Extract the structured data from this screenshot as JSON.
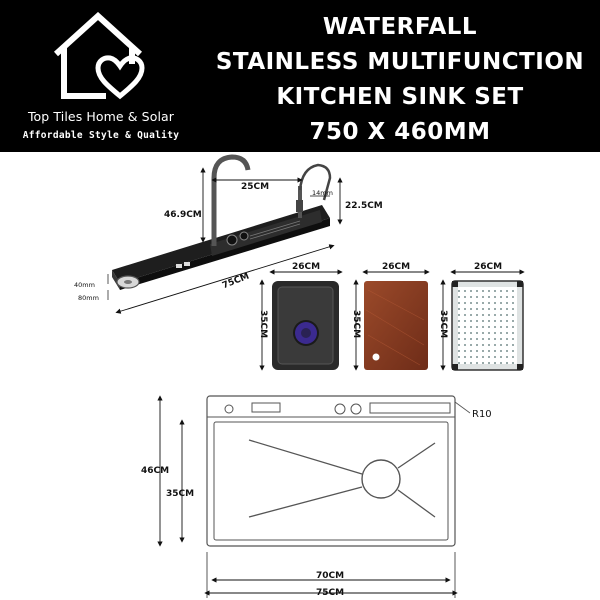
{
  "brand": {
    "name": "Top Tiles Home & Solar",
    "tagline": "Affordable Style & Quality",
    "logo_icon": "house-heart-icon"
  },
  "title": {
    "line1": "WATERFALL",
    "line2": "STAINLESS MULTIFUNCTION",
    "line3": "KITCHEN SINK SET",
    "line4": "750 X 460MM"
  },
  "side_view": {
    "faucet_span": "25CM",
    "faucet_height": "46.9CM",
    "spray_offset": "14mm",
    "spray_height": "22.5CM",
    "depth_top": "40mm",
    "depth_bottom": "80mm",
    "length": "75CM"
  },
  "accessories": {
    "basin": {
      "width": "26CM",
      "length": "35CM"
    },
    "board": {
      "width": "26CM",
      "length": "35CM"
    },
    "rack": {
      "width": "26CM",
      "length": "35CM"
    }
  },
  "plan_view": {
    "corner_radius": "R10",
    "outer_height": "46CM",
    "inner_height": "35CM",
    "inner_width": "70CM",
    "outer_width": "75CM"
  },
  "colors": {
    "banner": "#000000",
    "sink_dark": "#2a2a2a",
    "board_wood": "#8a3a22",
    "basin_drain_accent": "#3b2a8f"
  }
}
